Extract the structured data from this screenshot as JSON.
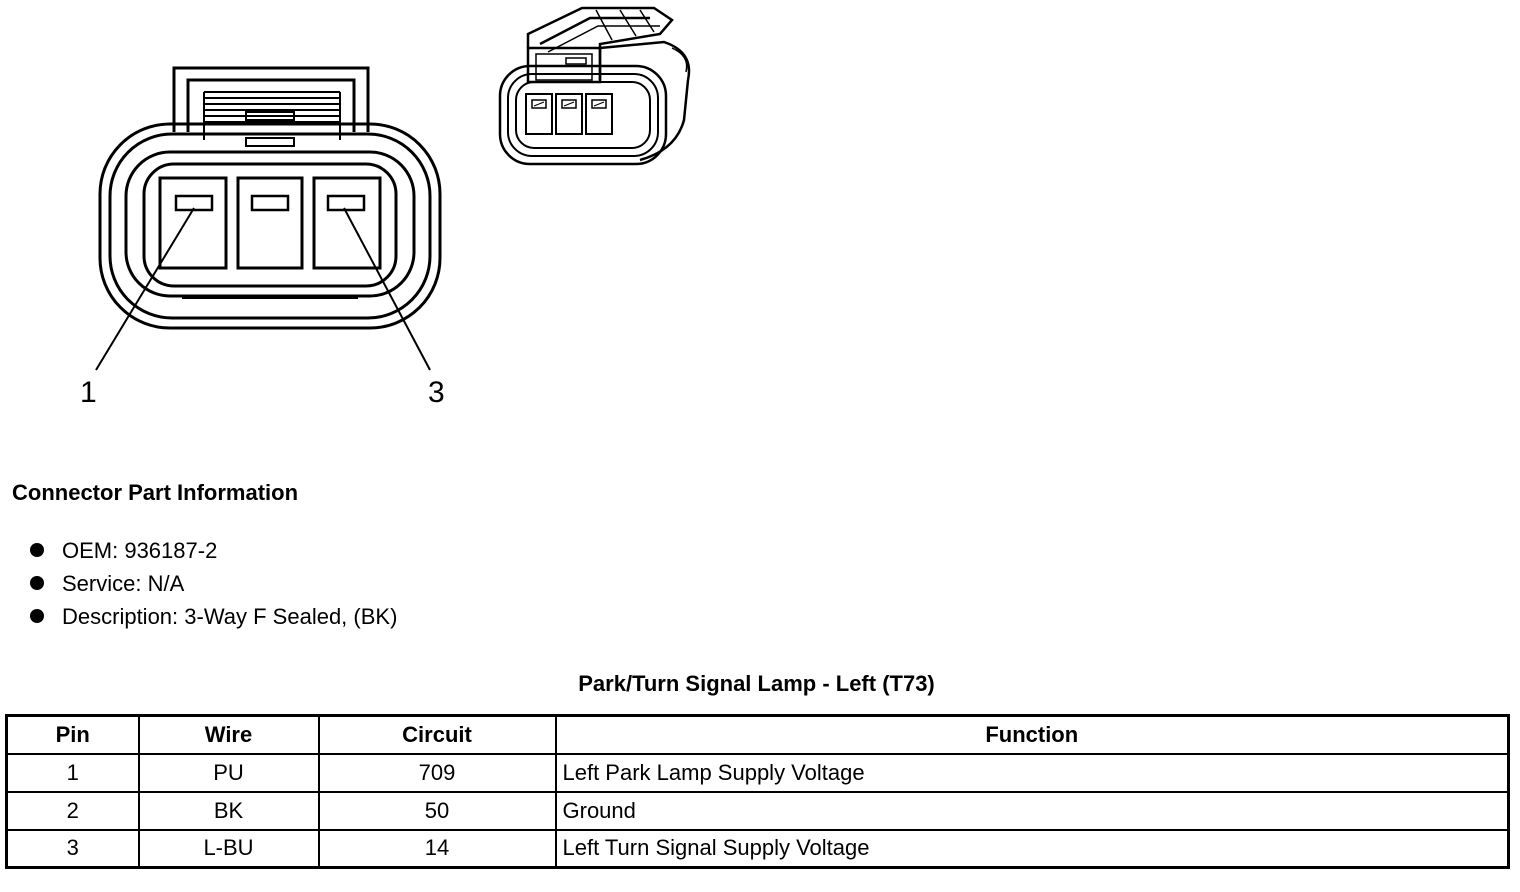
{
  "pin_callouts": [
    "1",
    "3"
  ],
  "section_title": "Connector Part Information",
  "part_info": [
    "OEM: 936187-2",
    "Service: N/A",
    "Description: 3-Way F Sealed, (BK)"
  ],
  "table": {
    "title": "Park/Turn Signal Lamp - Left (T73)",
    "headers": [
      "Pin",
      "Wire",
      "Circuit",
      "Function"
    ],
    "rows": [
      [
        "1",
        "PU",
        "709",
        "Left Park Lamp Supply Voltage"
      ],
      [
        "2",
        "BK",
        "50",
        "Ground"
      ],
      [
        "3",
        "L-BU",
        "14",
        "Left Turn Signal Supply Voltage"
      ]
    ]
  }
}
